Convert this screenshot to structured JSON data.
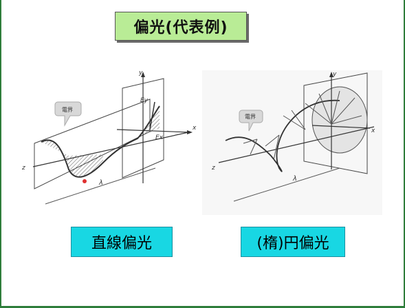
{
  "slide": {
    "title": "偏光(代表例)",
    "left_label": "直線偏光",
    "right_label": "(楕)円偏光"
  },
  "left_diagram": {
    "axis_y": "y",
    "axis_x": "x",
    "axis_z": "z",
    "ey": "Ey",
    "ex": "Ex",
    "field_label": "電界",
    "wavelength": "λ"
  },
  "right_diagram": {
    "axis_y": "y",
    "axis_x": "x",
    "axis_z": "z",
    "field_label": "電界",
    "wavelength": "λ"
  },
  "colors": {
    "title_bg": "#b9ec96",
    "label_bg": "#18d7e3",
    "frame": "#2e7d3a",
    "pointer": "#e03030"
  }
}
